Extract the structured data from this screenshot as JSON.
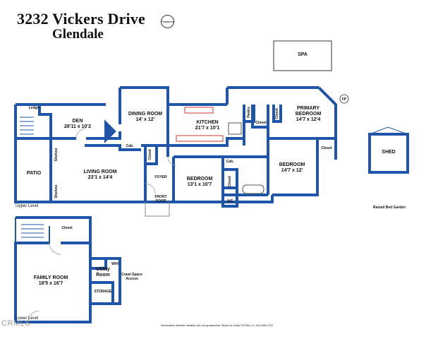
{
  "header": {
    "address": "3232 Vickers Drive",
    "city": "Glendale"
  },
  "compass_label": "Pasadena",
  "rooms": {
    "spa": "SPA",
    "ledge": "Ledge",
    "den_name": "DEN",
    "den_size": "26'11 x 10'2",
    "dining_name": "DINING ROOM",
    "dining_size": "14' x 12'",
    "kitchen_name": "KITCHEN",
    "kitchen_size": "21'7 x 10'1",
    "pantry": "Pantry",
    "closet": "Closet",
    "primary_name": "PRIMARY",
    "primary_name2": "BEDROOM",
    "primary_size": "14'7 x 12'4",
    "patio": "PATIO",
    "shelves": "Shelves",
    "living_name": "LIVING ROOM",
    "living_size": "23'1 x 14'4",
    "cab": "Cab.",
    "foyer": "FOYER",
    "front_door_1": "FRONT",
    "front_door_2": "DOOR",
    "bedroom_name": "BEDROOM",
    "bedroom_size": "13'1 x 10'7",
    "bedroom2_name": "BEDROOM",
    "bedroom2_size": "14'7 x 12'",
    "ac": "A/C",
    "shed": "SHED",
    "raised_bed": "Raised Bed Garden",
    "family_name": "FAMILY ROOM",
    "family_size": "18'5 x 16'7",
    "utility_1": "Utility",
    "utility_2": "Room",
    "wh": "W/H",
    "crawl_1": "Crawl Space",
    "crawl_2": "Access",
    "storage": "STORAGE",
    "fp": "FP"
  },
  "levels": {
    "upper": "Upper Level",
    "lower": "Lower Level"
  },
  "disclaimer": "Information deemed reliable but not guaranteed. Buyer to verify ©2026 LLC 310-849-0737",
  "watermark": "CRMLS",
  "colors": {
    "wall": "#1f55a8",
    "floor": "#ffffff",
    "accent_red": "#d9342b"
  }
}
